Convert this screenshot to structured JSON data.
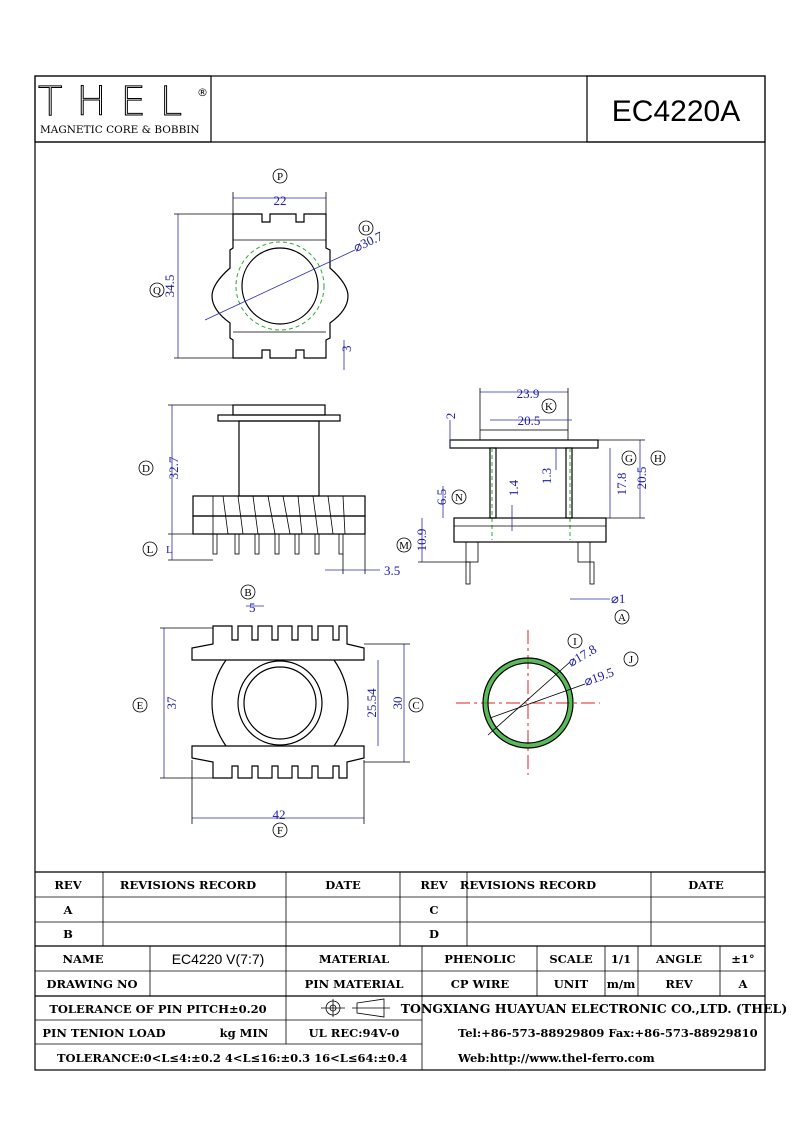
{
  "header": {
    "logo_text": "THEL",
    "logo_registered": "®",
    "logo_subtitle": "MAGNETIC CORE & BOBBIN",
    "part_number": "EC4220A"
  },
  "labels": {
    "top_view": {
      "P": "P",
      "Q": "Q",
      "O": "O",
      "width": "22",
      "height": "34.5",
      "diameter": "⌀30.7",
      "tab": "3"
    },
    "side_view": {
      "D": "D",
      "L": "L",
      "height": "32.7",
      "pin": "3.5"
    },
    "section_view": {
      "K": "K",
      "G": "G",
      "H": "H",
      "N": "N",
      "M": "M",
      "A": "A",
      "outer": "23.9",
      "inner": "20.5",
      "flange": "2",
      "wall_a": "1.4",
      "wall_b": "1.3",
      "g": "17.8",
      "h": "20.5",
      "n": "6.5",
      "m": "10.9",
      "pin_dia": "⌀1"
    },
    "bottom_view": {
      "B": "B",
      "E": "E",
      "C": "C",
      "F": "F",
      "pitch": "5",
      "height": "37",
      "inner": "25.54",
      "outer": "30",
      "width": "42"
    },
    "tube_view": {
      "I": "I",
      "J": "J",
      "inner": "⌀17.8",
      "outer": "⌀19.5"
    }
  },
  "title_block": {
    "rev_header": "REV",
    "rev_record_header": "REVISIONS RECORD",
    "date_header": "DATE",
    "rev_a": "A",
    "rev_b": "B",
    "rev_c": "C",
    "rev_d": "D",
    "name_label": "NAME",
    "name_value": "EC4220 V(7:7)",
    "material_label": "MATERIAL",
    "material_value": "PHENOLIC",
    "scale_label": "SCALE",
    "scale_value": "1/1",
    "angle_label": "ANGLE",
    "angle_value": "±1°",
    "drawing_no_label": "DRAWING NO",
    "pin_material_label": "PIN MATERIAL",
    "pin_material_value": "CP WIRE",
    "unit_label": "UNIT",
    "unit_value": "m/m",
    "rev_label": "REV",
    "rev_value": "A",
    "tolerance_pitch": "TOLERANCE OF PIN PITCH±0.20",
    "company": "TONGXIANG HUAYUAN ELECTRONIC CO.,LTD.  (THEL)",
    "pin_tension": "PIN TENION LOAD",
    "kg_min": "kg MIN",
    "ul_rec": "UL REC:94V-0",
    "tel": "Tel:+86-573-88929809 Fax:+86-573-88929810",
    "tolerance": "TOLERANCE:0<L≤4:±0.2  4<L≤16:±0.3  16<L≤64:±0.4",
    "web": "Web:http://www.thel-ferro.com"
  },
  "colors": {
    "dimension": "#1a1aa8",
    "hidden_line": "#2eaa2e",
    "center_line": "#e02020"
  }
}
